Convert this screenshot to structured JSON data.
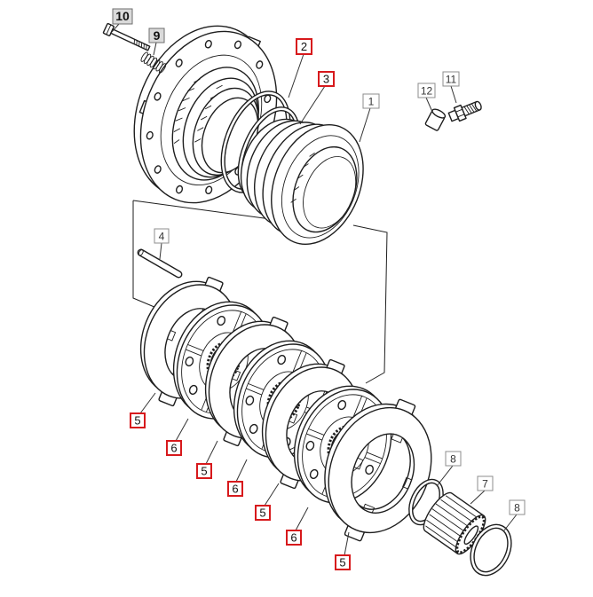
{
  "colors": {
    "highlight": "#d7191c",
    "line": "#1e1e1e",
    "box_border": "#8c8c8c",
    "box_fill_emphasis": "#dadada"
  },
  "callouts": [
    {
      "label": "10",
      "highlighted": false
    },
    {
      "label": "9",
      "highlighted": false
    },
    {
      "label": "2",
      "highlighted": true
    },
    {
      "label": "3",
      "highlighted": true
    },
    {
      "label": "1",
      "highlighted": false
    },
    {
      "label": "12",
      "highlighted": false
    },
    {
      "label": "11",
      "highlighted": false
    },
    {
      "label": "4",
      "highlighted": false
    },
    {
      "label": "5",
      "highlighted": true
    },
    {
      "label": "6",
      "highlighted": true
    },
    {
      "label": "5",
      "highlighted": true
    },
    {
      "label": "6",
      "highlighted": true
    },
    {
      "label": "5",
      "highlighted": true
    },
    {
      "label": "6",
      "highlighted": true
    },
    {
      "label": "5",
      "highlighted": true
    },
    {
      "label": "8",
      "highlighted": false
    },
    {
      "label": "7",
      "highlighted": false
    },
    {
      "label": "8",
      "highlighted": false
    }
  ]
}
